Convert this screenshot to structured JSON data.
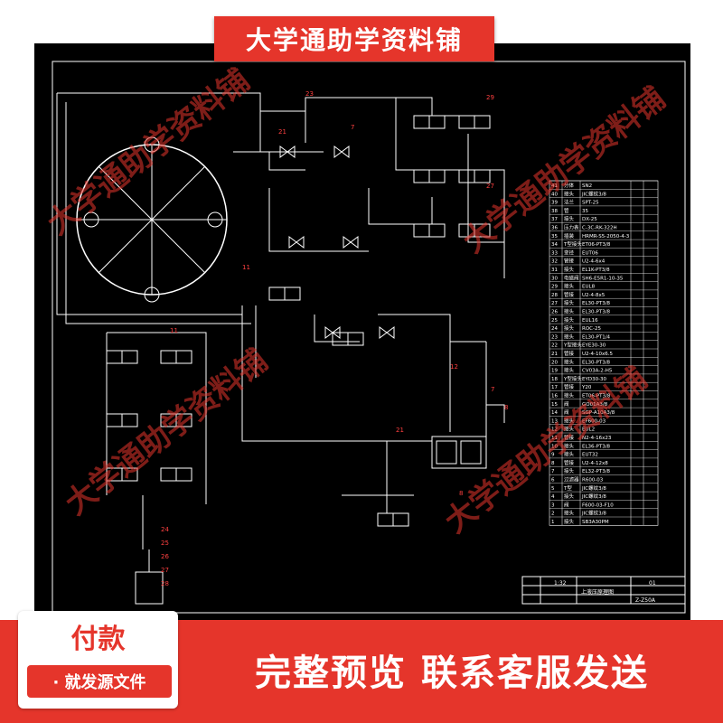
{
  "banner": {
    "title": "大学通助学资料铺"
  },
  "watermark": {
    "text": "大学通助学资料铺"
  },
  "title_block": {
    "scale": "1:32",
    "sheet": "01",
    "drawing_no": "Z-Z50A",
    "name": "上液压原理图"
  },
  "parts_list": [
    {
      "no": "41",
      "name": "分体",
      "spec": "SN2"
    },
    {
      "no": "40",
      "name": "接头",
      "spec": "JIC螺纹3/8"
    },
    {
      "no": "39",
      "name": "法兰",
      "spec": "SPT-25"
    },
    {
      "no": "38",
      "name": "管",
      "spec": "35"
    },
    {
      "no": "37",
      "name": "接头",
      "spec": "DX-25"
    },
    {
      "no": "36",
      "name": "压力表",
      "spec": "C-3C-RK-322H"
    },
    {
      "no": "35",
      "name": "插装",
      "spec": "HRMR-S5-2050-4-3"
    },
    {
      "no": "34",
      "name": "T型接头",
      "spec": "ET06-PT3/8"
    },
    {
      "no": "33",
      "name": "变径",
      "spec": "EUT06"
    },
    {
      "no": "32",
      "name": "管接",
      "spec": "U2-4-6x4"
    },
    {
      "no": "31",
      "name": "接头",
      "spec": "EL1K-PT3/8"
    },
    {
      "no": "30",
      "name": "电磁阀",
      "spec": "SH6-E5R1-10-35"
    },
    {
      "no": "29",
      "name": "接头",
      "spec": "EUL8"
    },
    {
      "no": "28",
      "name": "管接",
      "spec": "U2-4-8x5"
    },
    {
      "no": "27",
      "name": "接头",
      "spec": "EL30-PT3/8"
    },
    {
      "no": "26",
      "name": "接头",
      "spec": "EL30-PT3/8"
    },
    {
      "no": "25",
      "name": "接头",
      "spec": "EUL16"
    },
    {
      "no": "24",
      "name": "接头",
      "spec": "ROC-25"
    },
    {
      "no": "23",
      "name": "接头",
      "spec": "EL30-PT1/4"
    },
    {
      "no": "22",
      "name": "Y型接头",
      "spec": "EYE30-30"
    },
    {
      "no": "21",
      "name": "管接",
      "spec": "U2-4-10x6.5"
    },
    {
      "no": "20",
      "name": "接头",
      "spec": "EL30-PT3/8"
    },
    {
      "no": "19",
      "name": "接头",
      "spec": "CV03A-2-H5"
    },
    {
      "no": "18",
      "name": "Y型接头",
      "spec": "EYD30-30"
    },
    {
      "no": "17",
      "name": "管接",
      "spec": "Y20"
    },
    {
      "no": "16",
      "name": "接头",
      "spec": "ET06-PT3/8"
    },
    {
      "no": "15",
      "name": "阀",
      "spec": "GO01A3/8"
    },
    {
      "no": "14",
      "name": "阀",
      "spec": "SGP-A10A3/8"
    },
    {
      "no": "13",
      "name": "接头",
      "spec": "EF600-03"
    },
    {
      "no": "12",
      "name": "接头",
      "spec": "EUL2"
    },
    {
      "no": "11",
      "name": "管接",
      "spec": "N2-4-16x23"
    },
    {
      "no": "10",
      "name": "接头",
      "spec": "EL36-PT3/8"
    },
    {
      "no": "9",
      "name": "接头",
      "spec": "EUT32"
    },
    {
      "no": "8",
      "name": "管接",
      "spec": "U2-4-12x8"
    },
    {
      "no": "7",
      "name": "接头",
      "spec": "EL32-PT3/8"
    },
    {
      "no": "6",
      "name": "过滤器",
      "spec": "R600-03"
    },
    {
      "no": "5",
      "name": "T型",
      "spec": "JIC螺纹3/8"
    },
    {
      "no": "4",
      "name": "接头",
      "spec": "JIC螺纹3/8"
    },
    {
      "no": "3",
      "name": "阀",
      "spec": "F600-03-F10"
    },
    {
      "no": "2",
      "name": "接头",
      "spec": "JIC螺纹3/8"
    },
    {
      "no": "1",
      "name": "接头",
      "spec": "SB3A30PM"
    }
  ],
  "pay": {
    "title": "付款",
    "subtitle": "· 就发源文件"
  },
  "bottom": {
    "text": "完整预览  联系客服发送"
  },
  "colors": {
    "accent": "#e5352b",
    "drawing_bg": "#000000",
    "line": "#ffffff",
    "label": "#ff3030"
  }
}
